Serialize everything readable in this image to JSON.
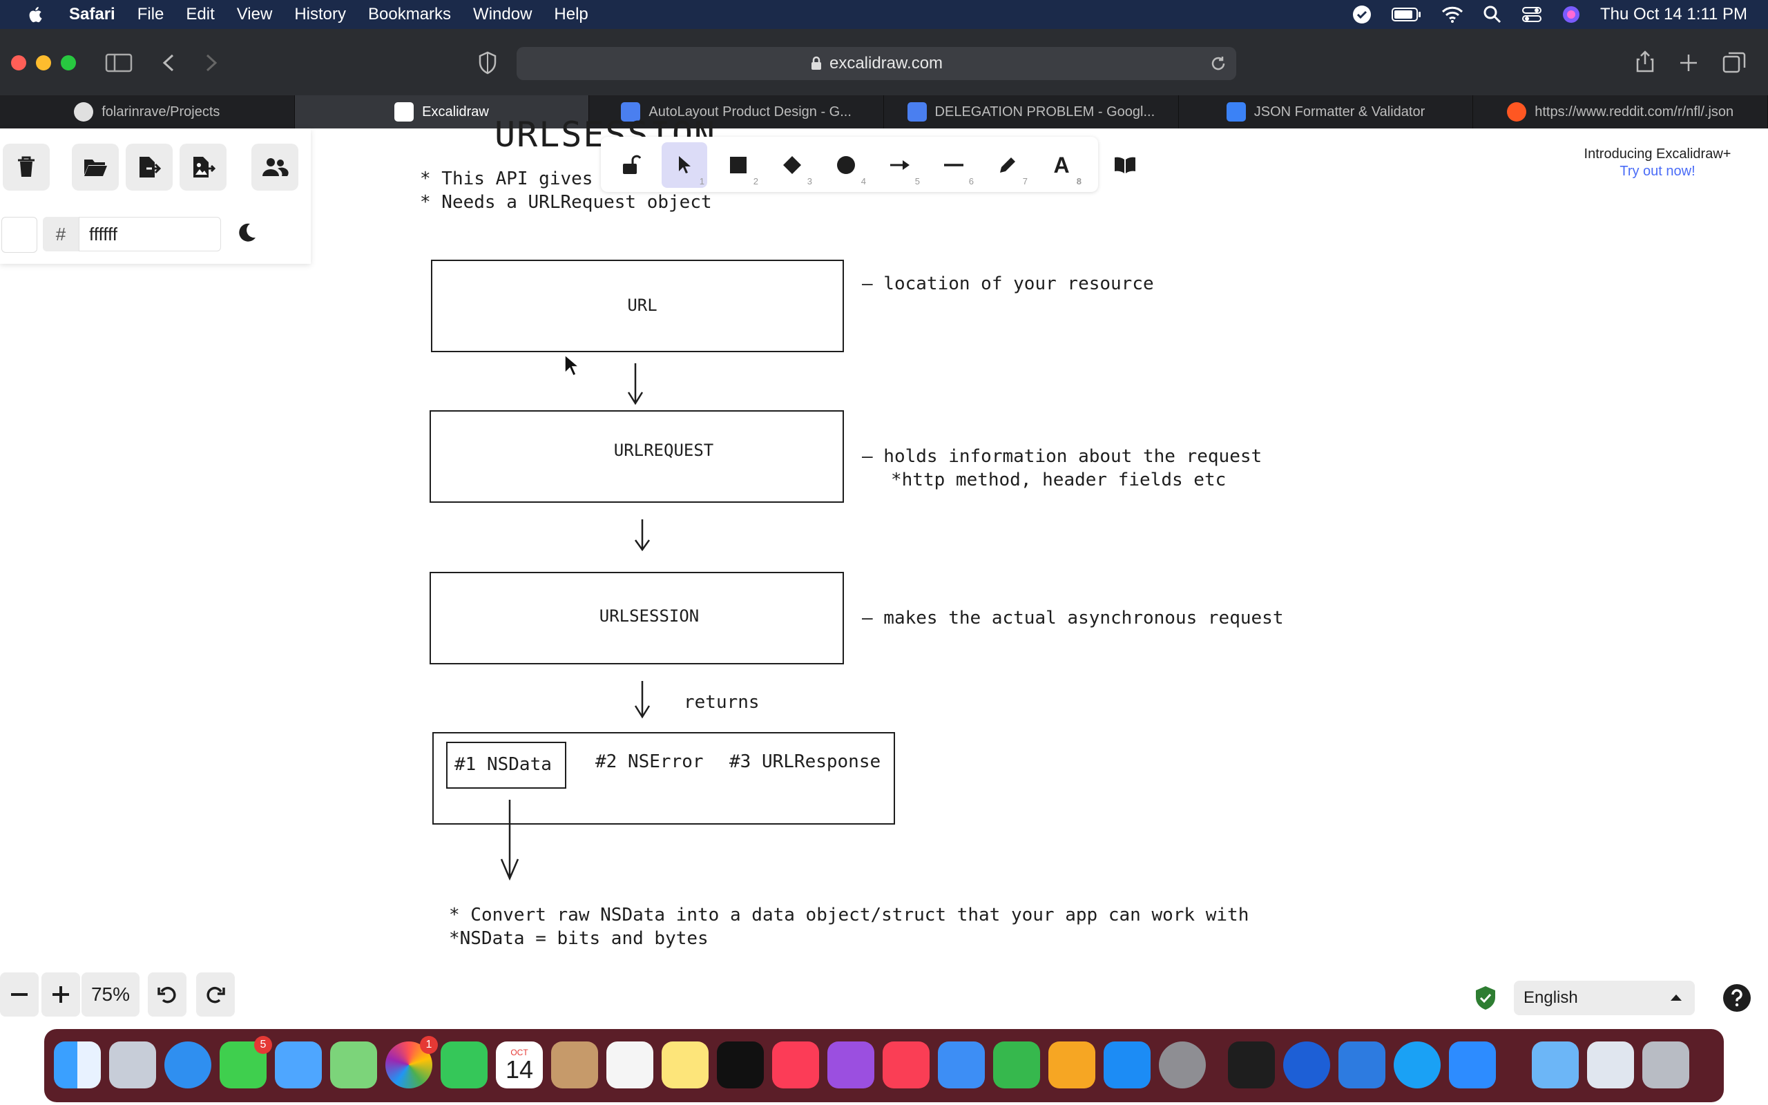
{
  "menubar": {
    "app": "Safari",
    "items": [
      "File",
      "Edit",
      "View",
      "History",
      "Bookmarks",
      "Window",
      "Help"
    ],
    "clock": "Thu Oct 14  1:11 PM"
  },
  "browser": {
    "url": "excalidraw.com",
    "tabs": [
      {
        "label": "folarinrave/Projects",
        "color": "#e0e0e0"
      },
      {
        "label": "Excalidraw",
        "color": "#ffffff"
      },
      {
        "label": "AutoLayout Product Design - G...",
        "color": "#4a7ff0"
      },
      {
        "label": "DELEGATION PROBLEM - Googl...",
        "color": "#4a7ff0"
      },
      {
        "label": "JSON Formatter & Validator",
        "color": "#3b82f6"
      },
      {
        "label": "https://www.reddit.com/r/nfl/.json",
        "color": "#ff5722"
      }
    ],
    "active_tab": 1
  },
  "leftpanel": {
    "bg_hex": "ffffff",
    "hash": "#"
  },
  "promo": {
    "title": "Introducing Excalidraw+",
    "link": "Try out now!"
  },
  "drawing": {
    "heading": "URLSESSION",
    "notes_top": [
      "* This API gives you the",
      "* Needs a URLRequest object"
    ],
    "box_url": "URL",
    "box_request": "URLREQUEST",
    "box_session": "URLSESSION",
    "note_url": "— location of your resource",
    "note_request_1": "— holds information about the request",
    "note_request_2": "*http method, header fields etc",
    "note_session": "— makes the actual asynchronous request",
    "returns_label": "returns",
    "result_1": "#1 NSData",
    "result_2": "#2 NSError",
    "result_3": "#3 URLResponse",
    "notes_bottom": [
      "* Convert raw NSData into a data object/struct that your app can work with",
      "*NSData = bits and bytes"
    ]
  },
  "zoom": {
    "level": "75%"
  },
  "language": {
    "selected": "English"
  },
  "dock": {
    "calendar_month": "OCT",
    "calendar_day": "14",
    "messages_badge": "5",
    "photos_badge": "1"
  }
}
